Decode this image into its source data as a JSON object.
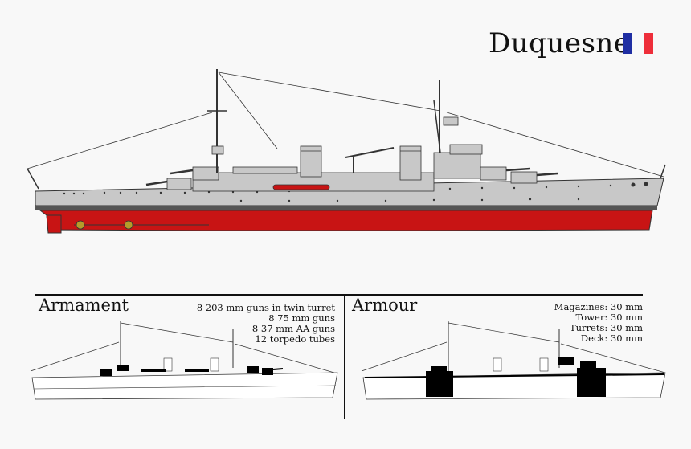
{
  "title": "Duquesne",
  "flag": {
    "colors": [
      "#1f2ea3",
      "#f8f8f8",
      "#ee2e3a"
    ]
  },
  "armament": {
    "heading": "Armament",
    "lines": [
      "8 203 mm guns in twin turret",
      "8 75 mm guns",
      "8 37 mm AA guns",
      "12 torpedo tubes"
    ]
  },
  "armour": {
    "heading": "Armour",
    "lines": [
      "Magazines: 30 mm",
      "Tower: 30 mm",
      "Turrets: 30 mm",
      "Deck: 30 mm"
    ]
  },
  "colors": {
    "hull": "#c8c8c8",
    "waterline": "#555555",
    "below_waterline": "#c81414",
    "highlight": "#000000"
  }
}
